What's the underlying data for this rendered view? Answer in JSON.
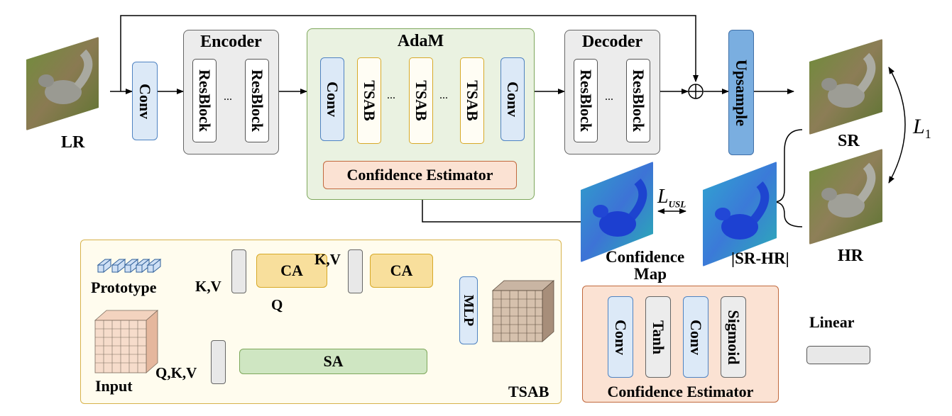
{
  "labels": {
    "lr": "LR",
    "sr": "SR",
    "hr": "HR",
    "l1": "L",
    "l1_sub": "1",
    "lusl": "L",
    "lusl_sub": "USL",
    "encoder": "Encoder",
    "adam": "AdaM",
    "decoder": "Decoder",
    "conv": "Conv",
    "resblock": "ResBlock",
    "tsab": "TSAB",
    "upsample": "Upsample",
    "ellipsis": "...",
    "confidence_estimator": "Confidence Estimator",
    "confidence_map_line1": "Confidence",
    "confidence_map_line2": "Map",
    "sr_hr": "|SR-HR|",
    "plus": "⊕"
  },
  "tsab_detail": {
    "prototype": "Prototype",
    "input": "Input",
    "kv": "K,V",
    "q": "Q",
    "qkv": "Q,K,V",
    "ca": "CA",
    "sa": "SA",
    "mlp": "MLP",
    "panel_title": "TSAB"
  },
  "ce_detail": {
    "steps": [
      "Conv",
      "Tanh",
      "Conv",
      "Sigmoid"
    ],
    "title": "Confidence Estimator"
  },
  "legend": {
    "linear": "Linear"
  },
  "colors": {
    "conv_fill": "#dce9f7",
    "conv_border": "#4f83c2",
    "adam_fill": "#eaf2e1",
    "adam_border": "#7ea75b",
    "tsab_border": "#d7a928",
    "ce_fill": "#fbe2d3",
    "ce_border": "#c1693d",
    "ca_fill": "#f8df9c",
    "sa_fill": "#cfe6c2",
    "panel_fill": "#fffcee",
    "upsample_fill": "#7aaee0",
    "encoder_fill": "#ececec",
    "linear_fill": "#e8e8e8"
  }
}
